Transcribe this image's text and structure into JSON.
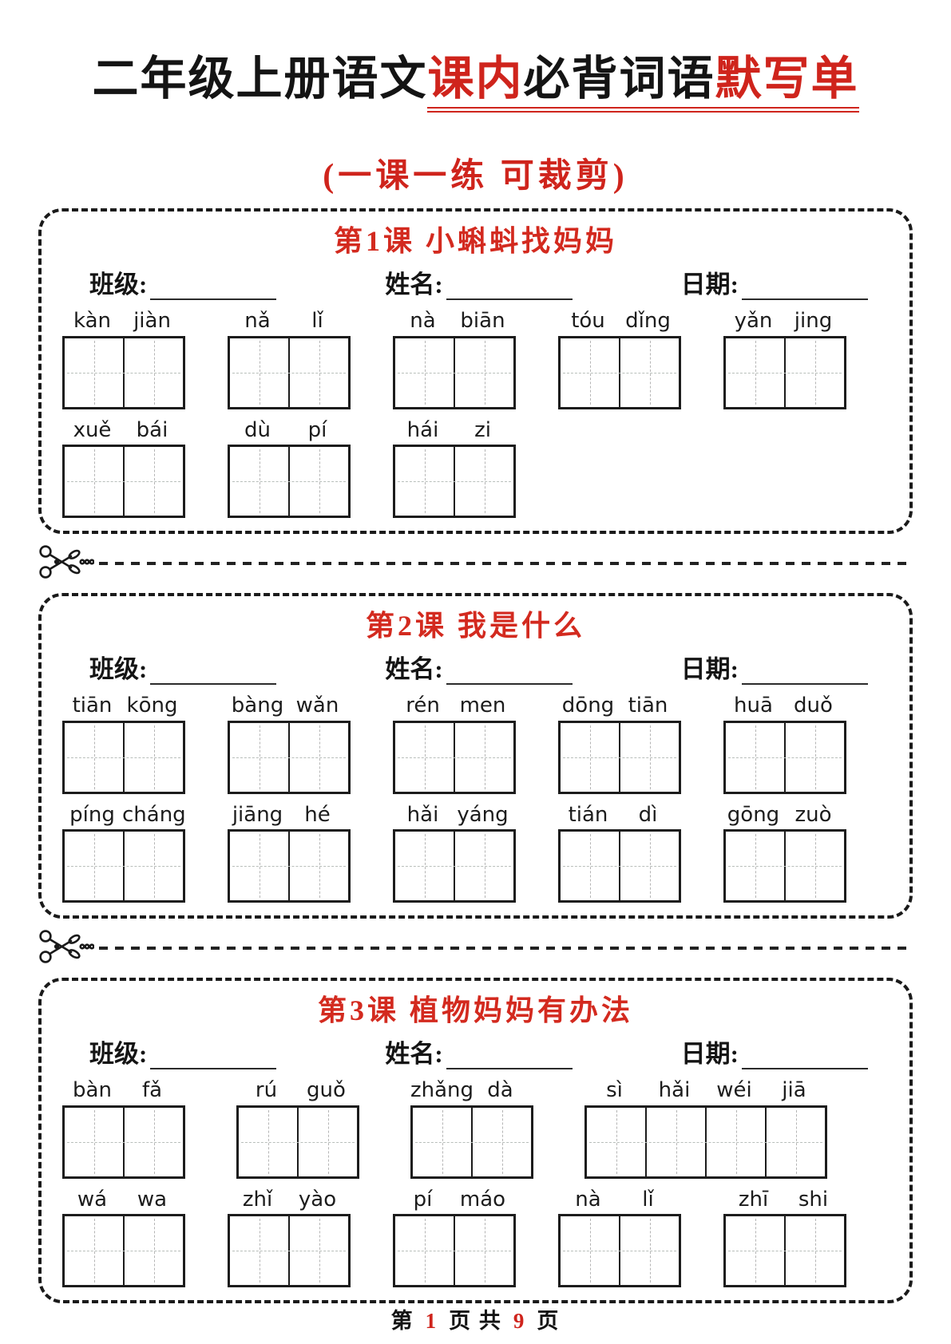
{
  "colors": {
    "accent_red": "#cf241c",
    "ink": "#141414",
    "grid_guide_gray": "#b5b5b5"
  },
  "header": {
    "title_part1_black": "二年级上册语文",
    "title_part2_red": "课内",
    "title_part3_black": "必背词语",
    "title_part4_red": "默写单",
    "subtitle": "(一课一练 可裁剪)"
  },
  "fields": {
    "class_label": "班级:",
    "name_label": "姓名:",
    "date_label": "日期:"
  },
  "icons": {
    "cut_line": "scissors-icon"
  },
  "sections": [
    {
      "title": "第1课  小蝌蚪找妈妈",
      "rows": [
        [
          [
            "kàn",
            "jiàn"
          ],
          [
            "nǎ",
            "lǐ"
          ],
          [
            "nà",
            "biān"
          ],
          [
            "tóu",
            "dǐng"
          ],
          [
            "yǎn",
            "jing"
          ]
        ],
        [
          [
            "xuě",
            "bái"
          ],
          [
            "dù",
            "pí"
          ],
          [
            "hái",
            "zi"
          ]
        ]
      ]
    },
    {
      "title": "第2课  我是什么",
      "rows": [
        [
          [
            "tiān",
            "kōng"
          ],
          [
            "bàng",
            "wǎn"
          ],
          [
            "rén",
            "men"
          ],
          [
            "dōng",
            "tiān"
          ],
          [
            "huā",
            "duǒ"
          ]
        ],
        [
          [
            "píng",
            "cháng"
          ],
          [
            "jiāng",
            "hé"
          ],
          [
            "hǎi",
            "yáng"
          ],
          [
            "tián",
            "dì"
          ],
          [
            "gōng",
            "zuò"
          ]
        ]
      ]
    },
    {
      "title": "第3课  植物妈妈有办法",
      "rows": [
        [
          [
            "bàn",
            "fǎ"
          ],
          [
            "rú",
            "guǒ"
          ],
          [
            "zhǎng",
            "dà"
          ],
          [
            "sì",
            "hǎi",
            "wéi",
            "jiā"
          ]
        ],
        [
          [
            "wá",
            "wa"
          ],
          [
            "zhǐ",
            "yào"
          ],
          [
            "pí",
            "máo"
          ],
          [
            "nà",
            "lǐ"
          ],
          [
            "zhī",
            "shi"
          ]
        ]
      ]
    }
  ],
  "footer": {
    "prefix": "第",
    "page_number": "1",
    "middle": "页 共",
    "total_pages": "9",
    "suffix": "页"
  }
}
